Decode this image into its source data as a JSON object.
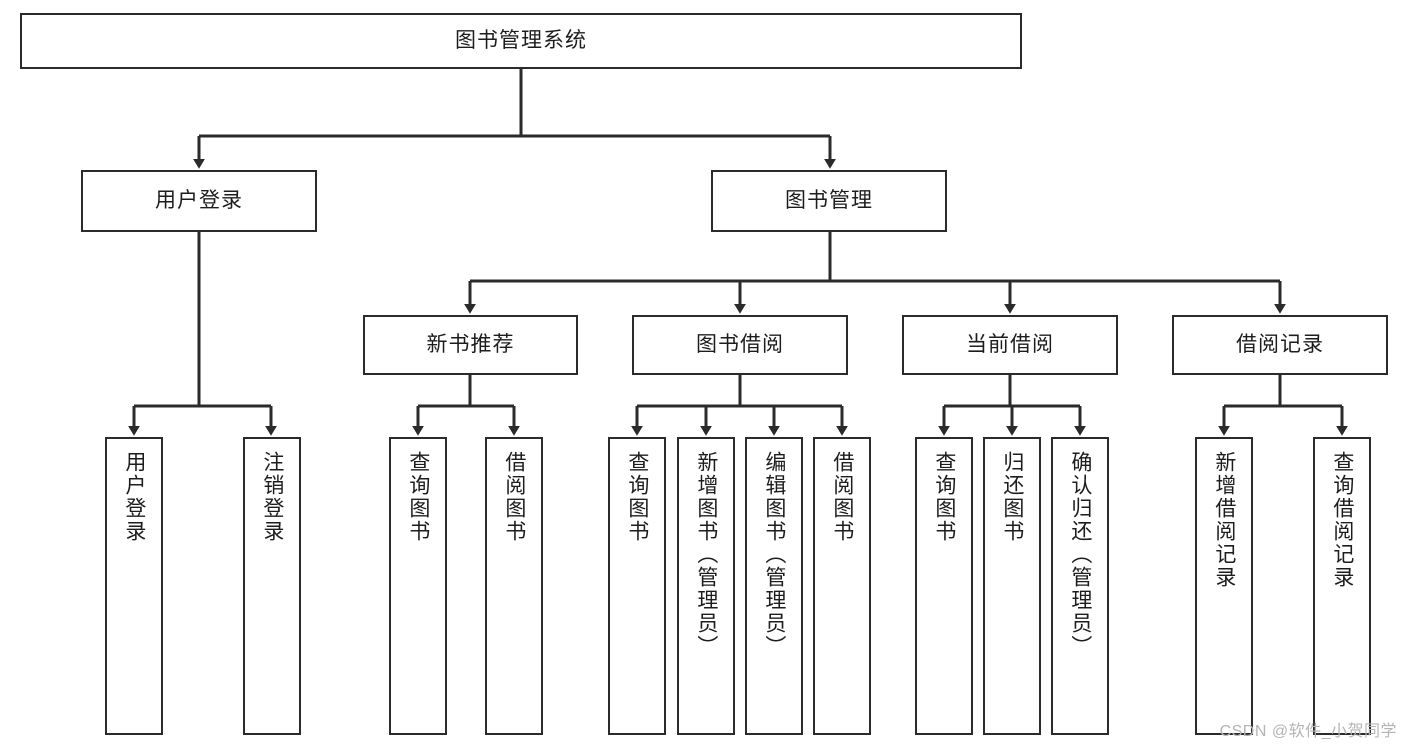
{
  "diagram": {
    "title": "图书管理系统",
    "watermark": "CSDN @软件_小贺同学",
    "style": {
      "border_color": "#2b2b2b",
      "fill_color": "#ffffff",
      "text_color": "#1d1d1d",
      "line_color": "#2b2b2b",
      "watermark_color": "#b4b4b4"
    },
    "root": {
      "label": "图书管理系统"
    },
    "level2": [
      {
        "label": "用户登录"
      },
      {
        "label": "图书管理"
      }
    ],
    "level3": [
      {
        "label": "新书推荐"
      },
      {
        "label": "图书借阅"
      },
      {
        "label": "当前借阅"
      },
      {
        "label": "借阅记录"
      }
    ],
    "leaves": {
      "user_login": [
        {
          "label": "用户登录"
        },
        {
          "label": "注销登录"
        }
      ],
      "new_book_recommend": [
        {
          "label": "查询图书"
        },
        {
          "label": "借阅图书"
        }
      ],
      "book_borrow": [
        {
          "label": "查询图书"
        },
        {
          "label": "新增图书（管理员）"
        },
        {
          "label": "编辑图书（管理员）"
        },
        {
          "label": "借阅图书"
        }
      ],
      "current_borrow": [
        {
          "label": "查询图书"
        },
        {
          "label": "归还图书"
        },
        {
          "label": "确认归还（管理员）"
        }
      ],
      "borrow_records": [
        {
          "label": "新增借阅记录"
        },
        {
          "label": "查询借阅记录"
        }
      ]
    }
  }
}
